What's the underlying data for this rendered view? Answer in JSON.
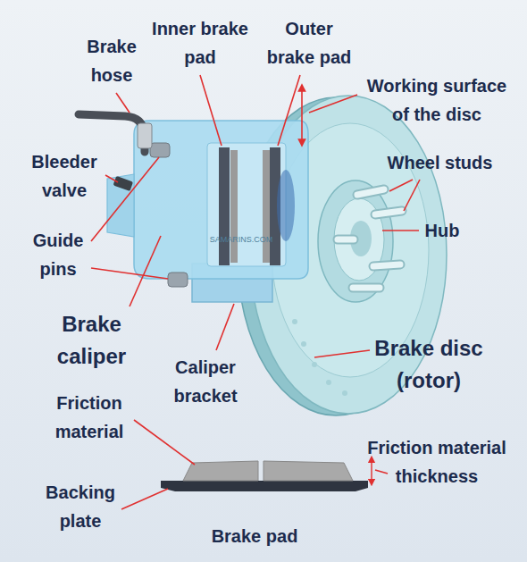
{
  "diagram": {
    "labels": [
      "Brake hose",
      "Inner brake pad",
      "Outer brake pad",
      "Working surface of the disc",
      "Bleeder valve",
      "Wheel studs",
      "Hub",
      "Guide pins",
      "Brake caliper",
      "Caliper bracket",
      "Brake disc (rotor)",
      "Friction material",
      "Friction material thickness",
      "Backing plate",
      "Brake pad",
      "SAMARINS.COM"
    ]
  }
}
